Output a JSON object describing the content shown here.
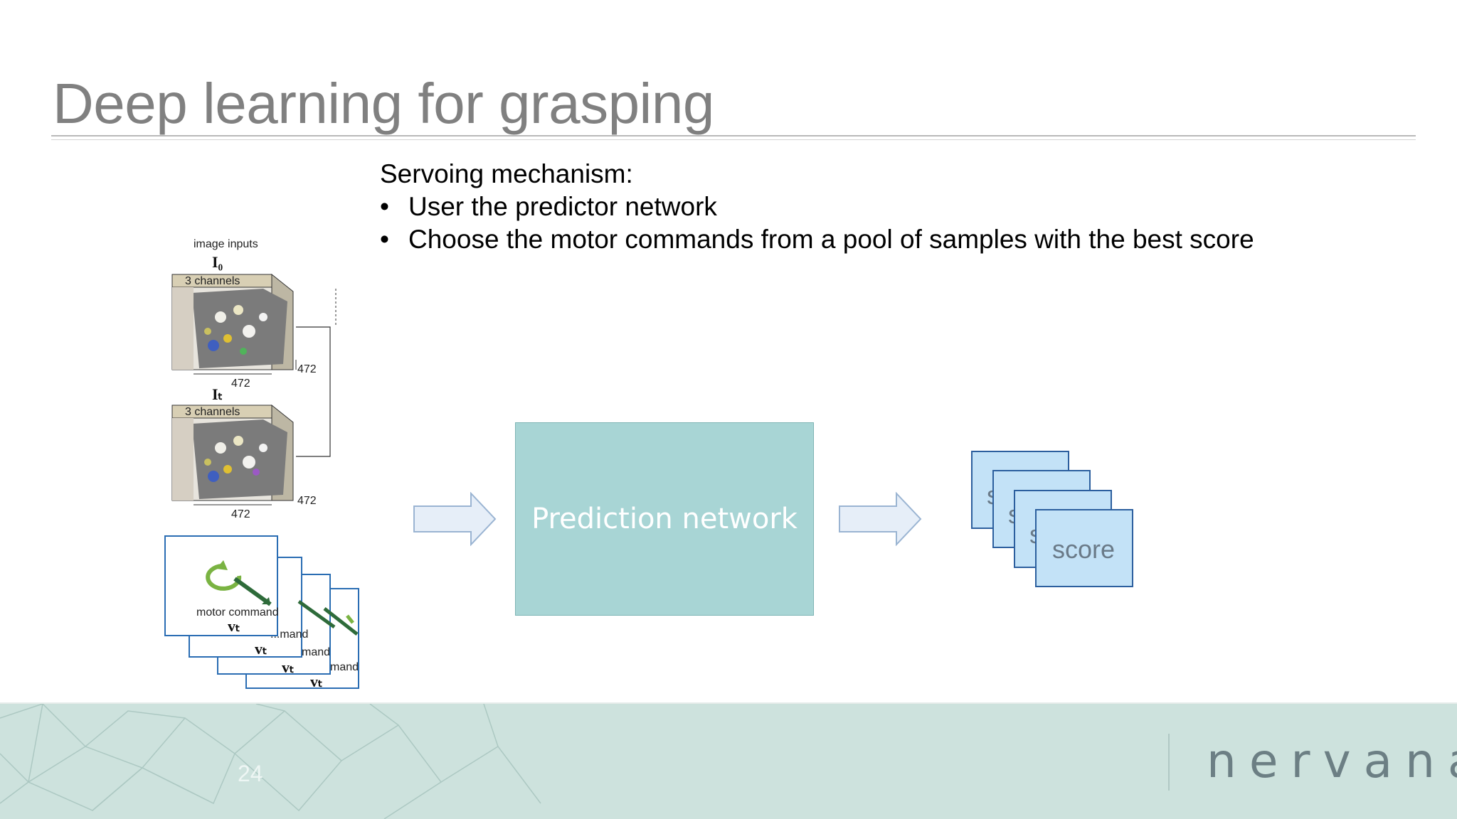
{
  "slide": {
    "title": "Deep learning for grasping",
    "heading": "Servoing mechanism:",
    "bullets": [
      "User the predictor network",
      "Choose the motor commands from a pool of samples with the best score"
    ],
    "page_number": "24",
    "brand": "nervana"
  },
  "diagram": {
    "image_inputs_label": "image inputs",
    "image0_symbol": "I₀",
    "imaget_symbol": "Iₜ",
    "channels_label": "3 channels",
    "dim_width": "472",
    "dim_height": "472",
    "motor_command_label": "motor command",
    "motor_symbol": "vₜ",
    "motor_partial_1": "...mand",
    "motor_partial_2": "mand",
    "motor_partial_3": "mand",
    "network_label": "Prediction network",
    "score_label": "score",
    "score_partial": "s",
    "colors": {
      "network_fill": "#a8d5d5",
      "score_fill": "#c3e2f7",
      "score_border": "#2c5f9e",
      "arrow_fill": "#e6eef8",
      "arrow_border": "#9ab4d2",
      "motor_border": "#2a6db3",
      "motor_arrow": "#2e6b3a",
      "motor_swirl": "#7ab342"
    }
  }
}
